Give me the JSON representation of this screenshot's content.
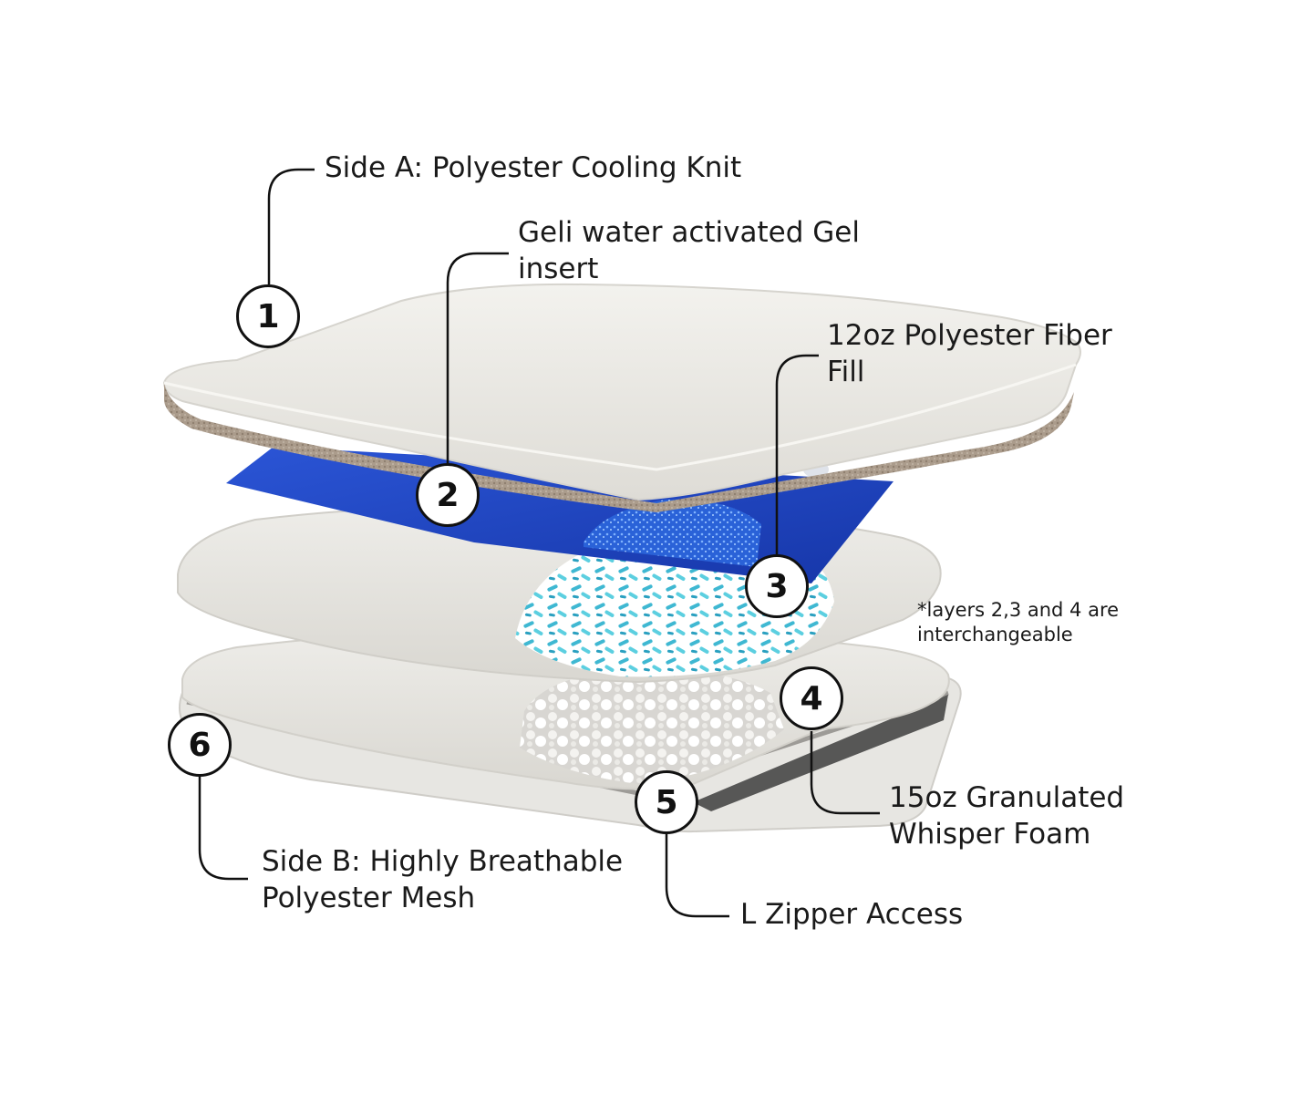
{
  "diagram": {
    "callouts": [
      {
        "number": "1",
        "lines": [
          "Side A: Polyester Cooling Knit"
        ]
      },
      {
        "number": "2",
        "lines": [
          "Geli water activated Gel",
          "insert"
        ]
      },
      {
        "number": "3",
        "lines": [
          "12oz Polyester Fiber",
          "Fill"
        ]
      },
      {
        "number": "4",
        "lines": [
          "15oz Granulated",
          "Whisper Foam"
        ]
      },
      {
        "number": "5",
        "lines": [
          "L Zipper Access"
        ]
      },
      {
        "number": "6",
        "lines": [
          "Side B: Highly Breathable",
          "Polyester Mesh"
        ]
      }
    ],
    "note": [
      "*layers 2,3 and 4 are",
      "interchangeable"
    ],
    "colors": {
      "gel_blue": "#1f47c4",
      "fiber_teal": "#4ec3d8",
      "knit_border": "#a8998a",
      "pillow_white": "#ecebe7",
      "line": "#111111"
    }
  }
}
